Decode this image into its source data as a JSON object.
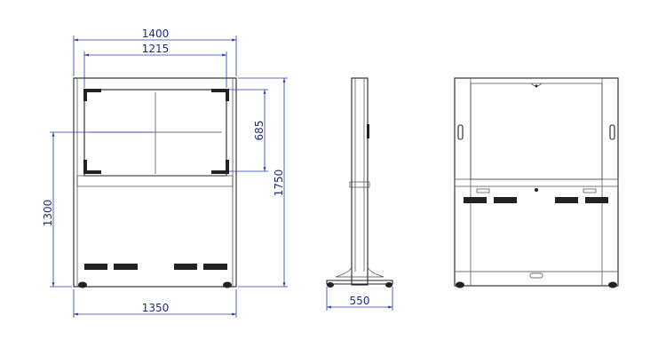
{
  "drawing": {
    "front_view": {
      "dim_overall_width": "1400",
      "dim_screen_width": "1215",
      "dim_screen_height": "685",
      "dim_center_height": "1300",
      "dim_overall_height": "1750",
      "dim_base_width": "1350"
    },
    "side_view": {
      "dim_base_depth": "550"
    }
  }
}
